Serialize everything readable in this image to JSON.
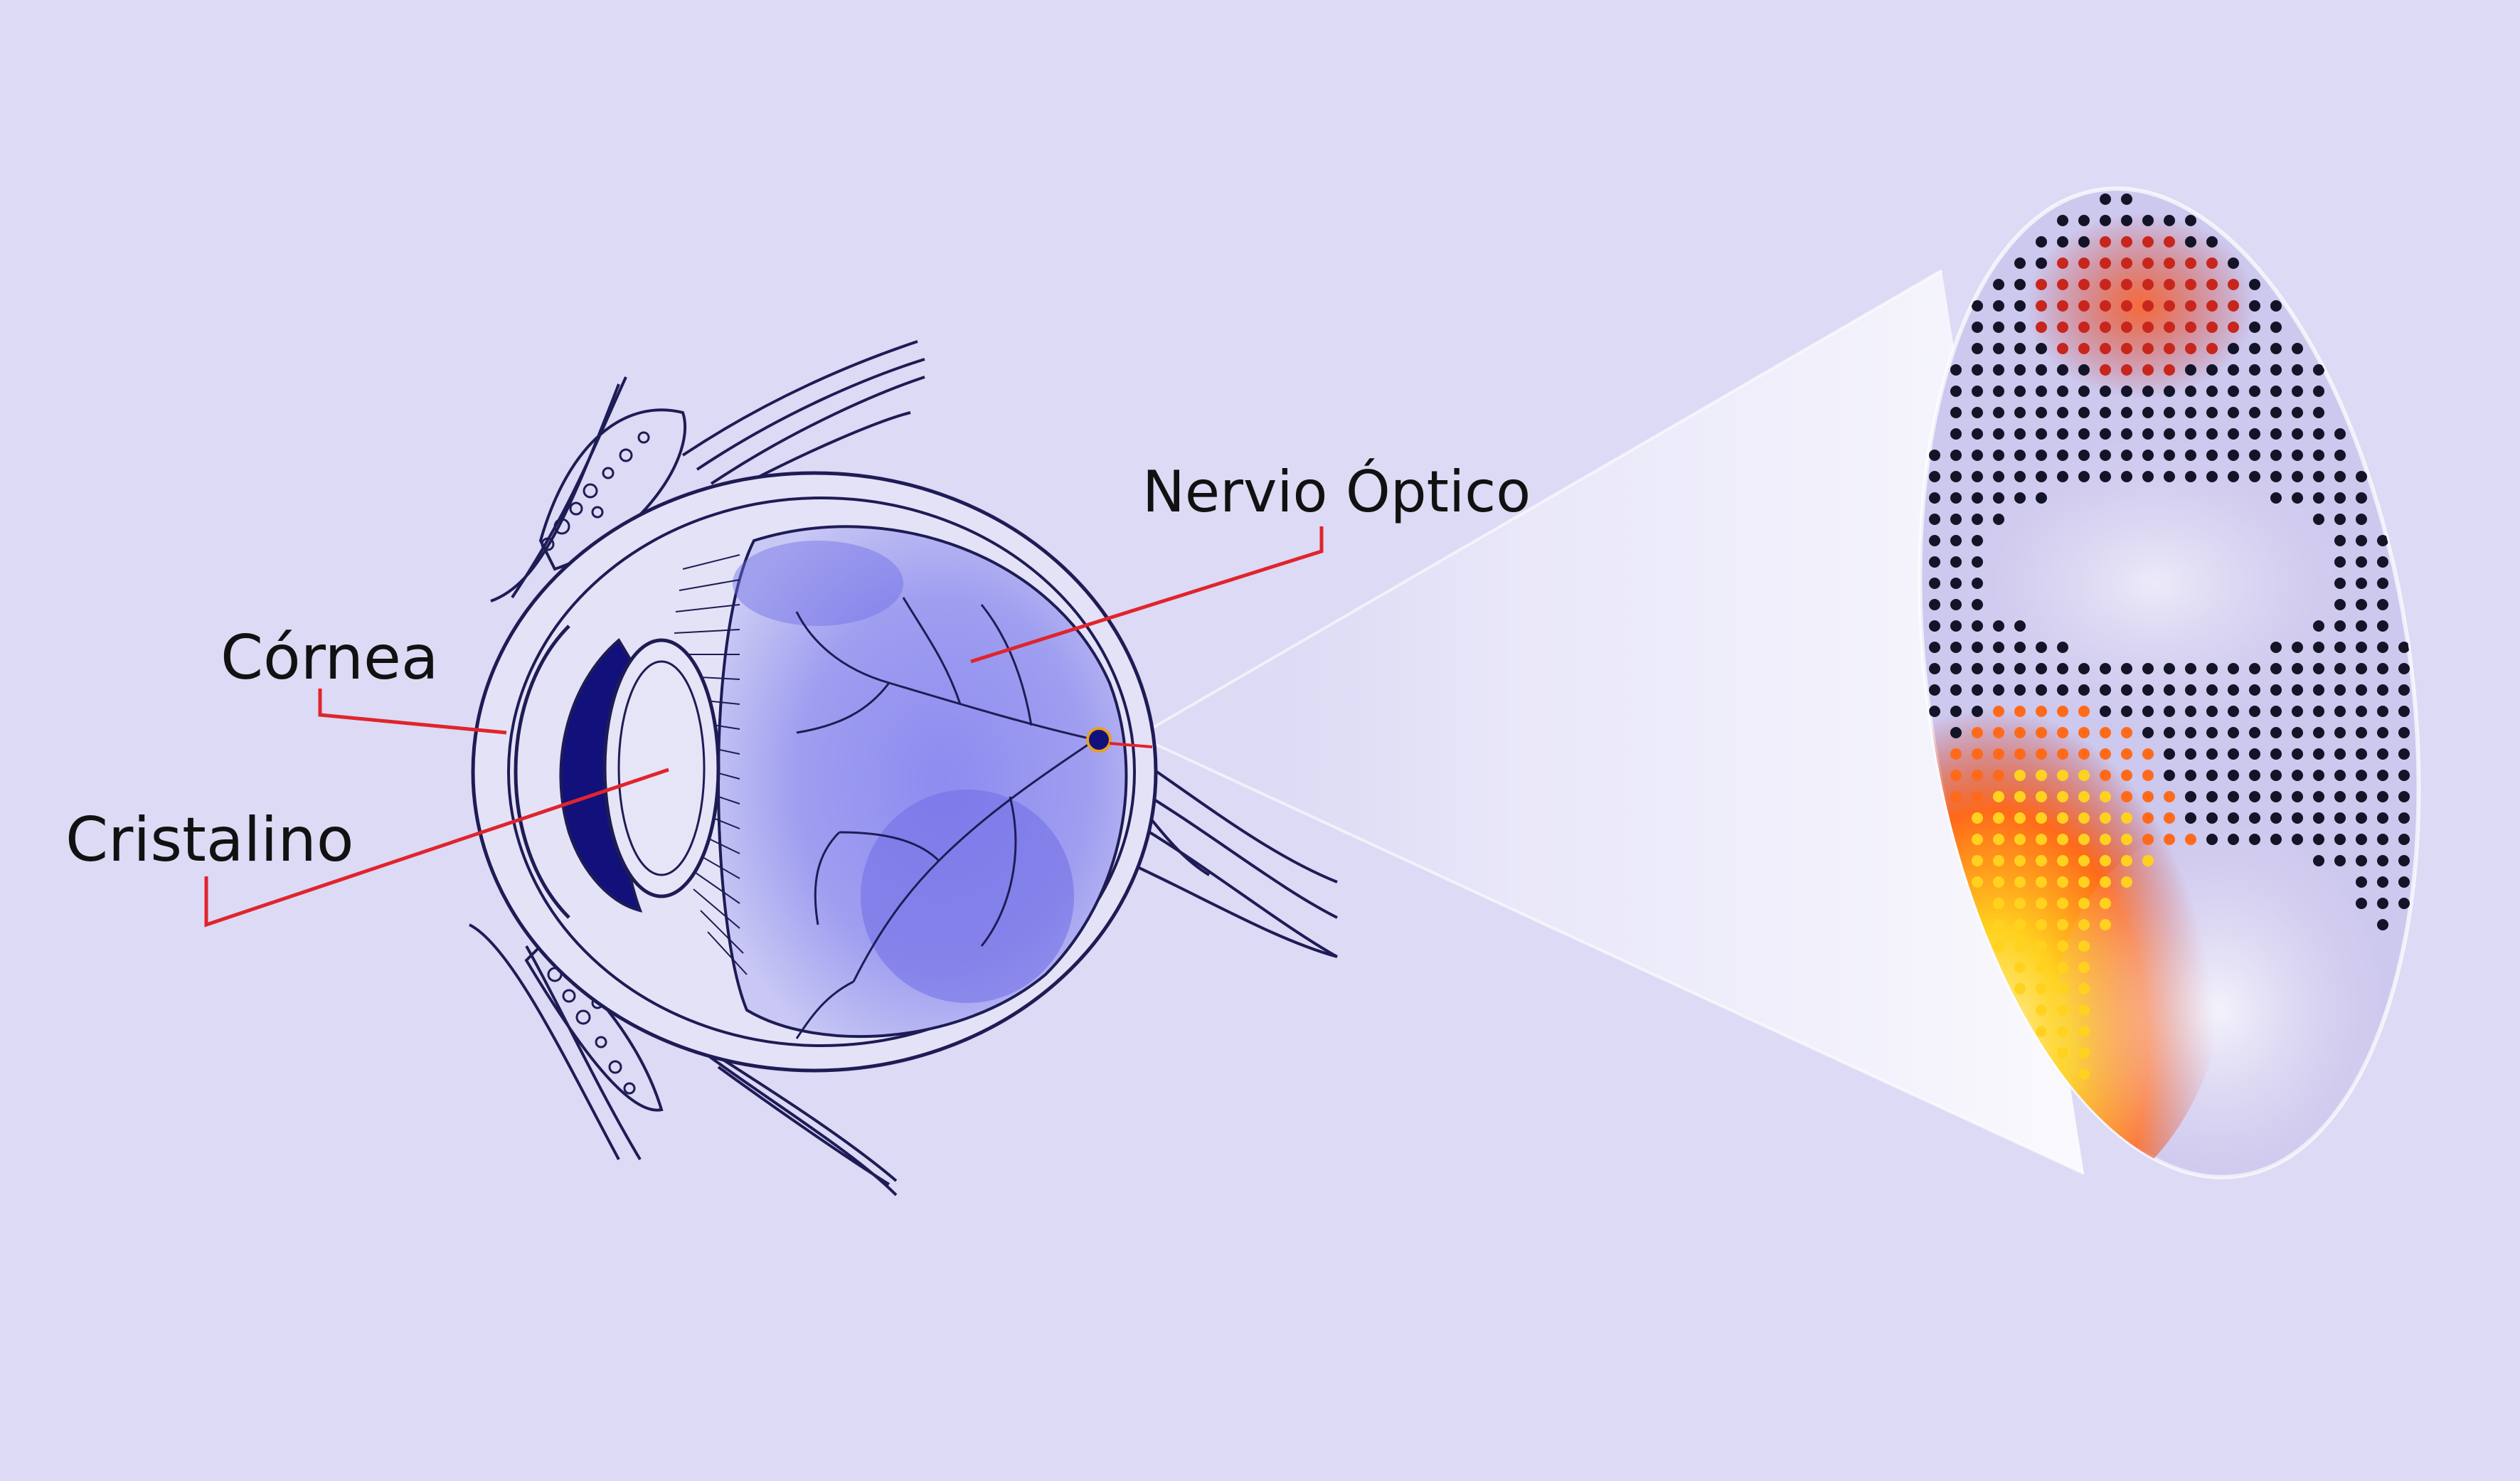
{
  "labels": {
    "cornea": "Córnea",
    "cristalino": "Cristalino",
    "nervio_optico": "Nervio Óptico"
  },
  "colors": {
    "background": "#dcdaf4",
    "outline": "#1e1c55",
    "retina_tint": "#6f6ee6",
    "cornea_fill": "#12107a",
    "leader_line": "#e0242c",
    "grid_dot": "#141428",
    "fire_hot": "#ffd21f",
    "fire_mid": "#ff6a1a",
    "fire_deep": "#c8261c"
  },
  "icons": {
    "eye": "eye-cross-section-icon",
    "magnified_view": "pixelated-fire-view-icon"
  }
}
